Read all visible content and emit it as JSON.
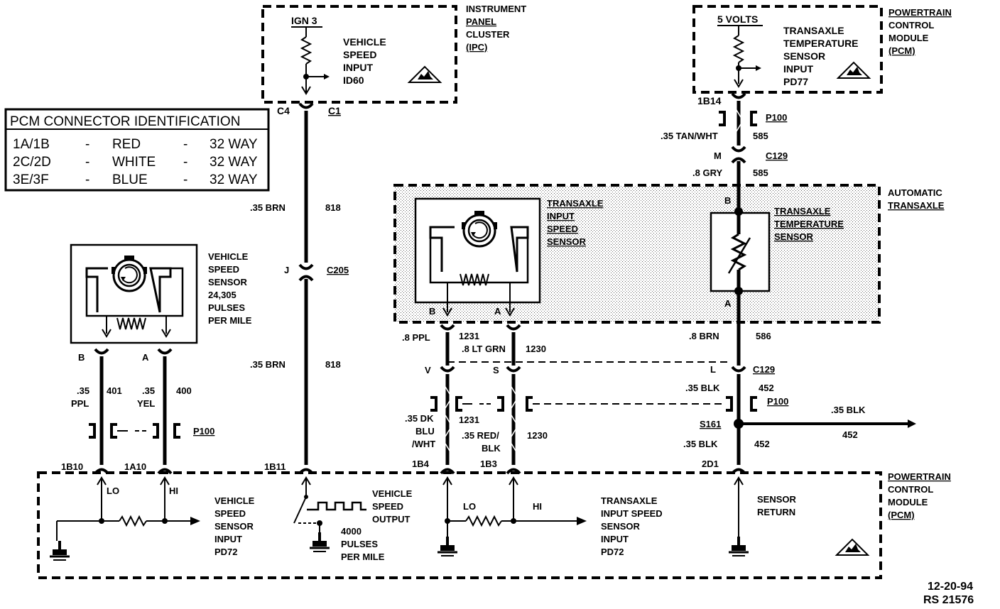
{
  "ipc": {
    "title": [
      "INSTRUMENT",
      "PANEL",
      "CLUSTER",
      "(IPC)"
    ],
    "supply": "IGN 3",
    "input": [
      "VEHICLE",
      "SPEED",
      "INPUT",
      "ID60"
    ],
    "pin_left": "C4",
    "connector": "C1"
  },
  "pcm_top": {
    "title": [
      "POWERTRAIN",
      "CONTROL",
      "MODULE",
      "(PCM)"
    ],
    "supply": "5 VOLTS",
    "input": [
      "TRANSAXLE",
      "TEMPERATURE",
      "SENSOR",
      "INPUT",
      "PD77"
    ],
    "pin": "1B14"
  },
  "connector_table": {
    "title": "PCM CONNECTOR IDENTIFICATION",
    "rows": [
      [
        "1A/1B",
        "-",
        "RED",
        "-",
        "32 WAY"
      ],
      [
        "2C/2D",
        "-",
        "WHITE",
        "-",
        "32 WAY"
      ],
      [
        "3E/3F",
        "-",
        "BLUE",
        "-",
        "32 WAY"
      ]
    ]
  },
  "vss": {
    "label": [
      "VEHICLE",
      "SPEED",
      "SENSOR",
      "24,305",
      "PULSES",
      "PER MILE"
    ],
    "pin_b": "B",
    "pin_a": "A",
    "wire_b_color": [
      ".35",
      "PPL"
    ],
    "wire_b_num": "401",
    "wire_a_color": [
      ".35",
      "YEL"
    ],
    "wire_a_num": "400",
    "p100": "P100",
    "pcm_pin_b": "1B10",
    "pcm_pin_a": "1A10"
  },
  "speed_out": {
    "wire1_color": ".35 BRN",
    "wire1_num": "818",
    "pin_j": "J",
    "c205": "C205",
    "wire2_color": ".35 BRN",
    "wire2_num": "818",
    "pcm_pin": "1B11"
  },
  "trans": {
    "title": [
      "AUTOMATIC",
      "TRANSAXLE"
    ],
    "input_sensor": [
      "TRANSAXLE",
      "INPUT",
      "SPEED",
      "SENSOR"
    ],
    "temp_sensor": [
      "TRANSAXLE",
      "TEMPERATURE",
      "SENSOR"
    ],
    "pin_b": "B",
    "pin_a": "A",
    "temp_pin_b": "B",
    "temp_pin_a": "A"
  },
  "tiss_wires": {
    "ppl_color": ".8 PPL",
    "ppl_num": "1231",
    "grn_color": ".8 LT GRN",
    "grn_num": "1230",
    "pin_v": "V",
    "pin_s": "S",
    "dkblu_color": [
      ".35 DK",
      "BLU",
      "/WHT"
    ],
    "dkblu_num": "1231",
    "redblk_color": [
      ".35 RED/",
      "BLK"
    ],
    "redblk_num": "1230",
    "pcm_pin_v": "1B4",
    "pcm_pin_s": "1B3"
  },
  "temp_wires": {
    "p100": "P100",
    "tanwht": ".35 TAN/WHT",
    "tanwht_num": "585",
    "pin_m": "M",
    "c129": "C129",
    "gry": ".8 GRY",
    "gry_num": "585",
    "brn": ".8 BRN",
    "brn_num": "586",
    "pin_l": "L",
    "c129_lower": "C129",
    "blk1": ".35 BLK",
    "blk1_num": "452",
    "p100_lower": "P100",
    "s161": "S161",
    "blk_branch": ".35 BLK",
    "blk_branch_num": "452",
    "blk2": ".35 BLK",
    "blk2_num": "452",
    "pcm_pin": "2D1"
  },
  "pcm_bottom": {
    "title": [
      "POWERTRAIN",
      "CONTROL",
      "MODULE",
      "(PCM)"
    ],
    "lo": "LO",
    "hi": "HI",
    "vss_input": [
      "VEHICLE",
      "SPEED",
      "SENSOR",
      "INPUT",
      "PD72"
    ],
    "vs_output": [
      "VEHICLE",
      "SPEED",
      "OUTPUT"
    ],
    "pulses": [
      "4000",
      "PULSES",
      "PER MILE"
    ],
    "lo2": "LO",
    "hi2": "HI",
    "tiss_input": [
      "TRANSAXLE",
      "INPUT SPEED",
      "SENSOR",
      "INPUT",
      "PD72"
    ],
    "sensor_return": [
      "SENSOR",
      "RETURN"
    ]
  },
  "footer": {
    "date": "12-20-94",
    "ref": "RS 21576"
  },
  "icons": [
    "esd-warning-icon",
    "ground-icon",
    "resistor-icon",
    "speed-sensor-icon"
  ]
}
